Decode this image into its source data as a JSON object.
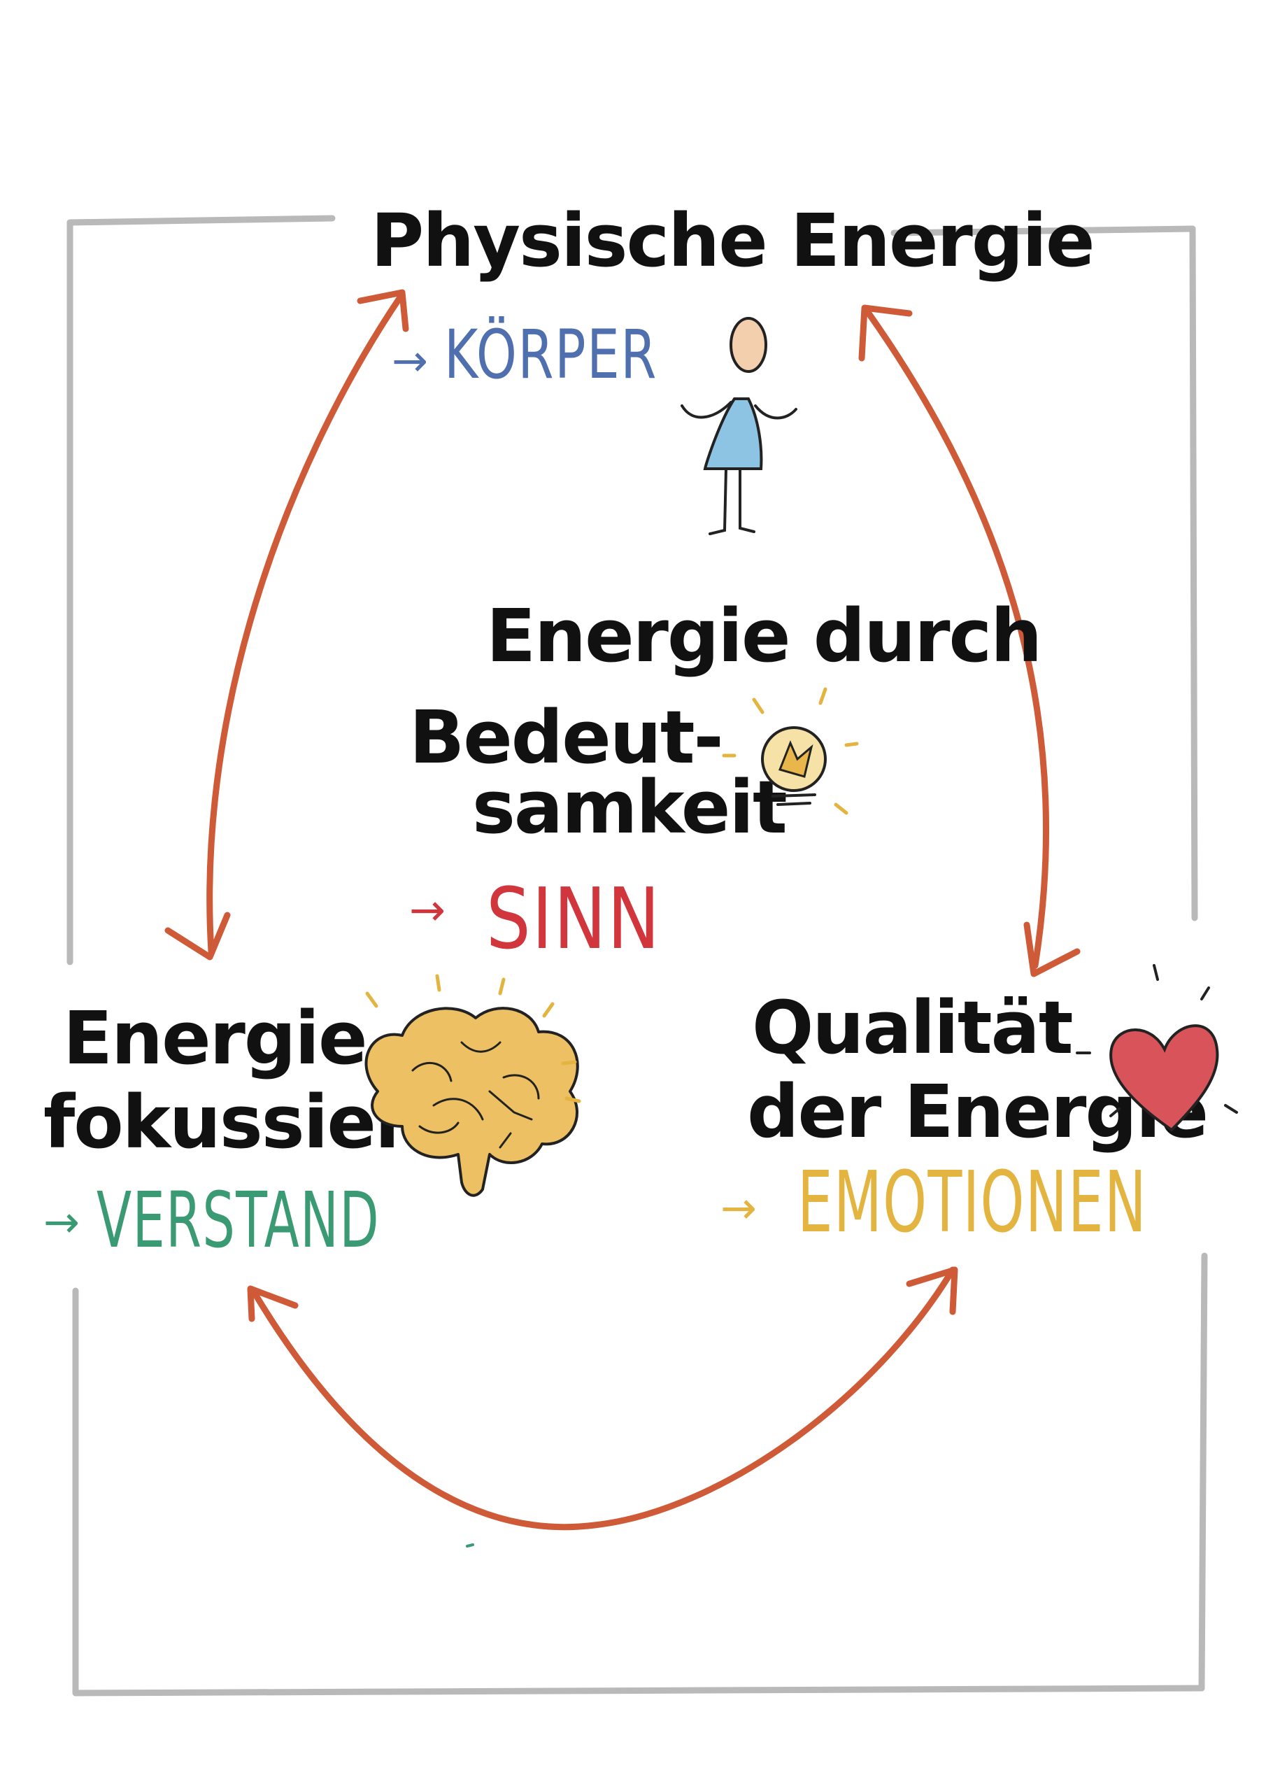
{
  "nodes": {
    "physical": {
      "line1": "Physische Energie",
      "arrow": "→",
      "keyword": "KÖRPER"
    },
    "meaning": {
      "line1": "Energie durch",
      "line2": "Bedeut-",
      "line3": "samkeit",
      "arrow": "→",
      "keyword": "SINN"
    },
    "focus": {
      "line1": "Energie",
      "line2": "fokussieren",
      "arrow": "→",
      "keyword": "VERSTAND"
    },
    "quality": {
      "line1": "Qualität",
      "line2": "der Energie",
      "arrow": "→",
      "keyword": "EMOTIONEN"
    }
  },
  "icons": [
    "stick-figure-icon",
    "lightbulb-icon",
    "brain-icon",
    "heart-icon"
  ],
  "colors": {
    "text": "#111111",
    "frame": "#b9b9b9",
    "arrows": "#cf5a37",
    "koerper": "#4f6fae",
    "sinn": "#d0363c",
    "verstand": "#3a9a73",
    "emotionen": "#e3b440",
    "brain": "#ecc063",
    "heart": "#d9545a",
    "body": "#8ec4e3",
    "head": "#f3cfae"
  }
}
